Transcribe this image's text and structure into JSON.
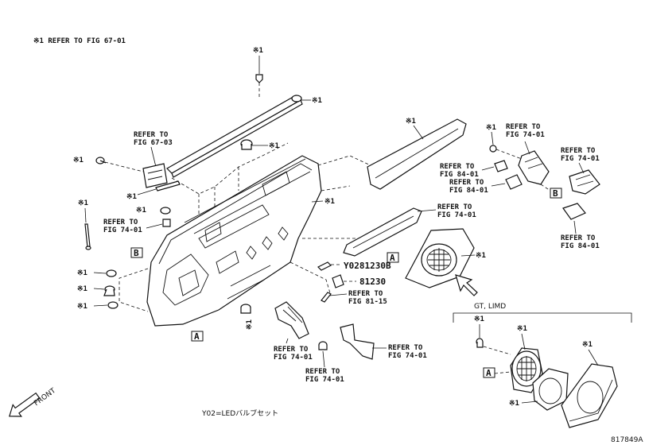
{
  "header_note": "※1 REFER TO FIG 67-01",
  "mark": "※1",
  "refer_to": "REFER TO",
  "figs": {
    "f67_03": "FIG 67-03",
    "f74_01": "FIG 74-01",
    "f84_01": "FIG 84-01",
    "f81_15": "FIG 81-15"
  },
  "part_numbers": {
    "y0281230b": "Y0281230B",
    "p81230": "81230"
  },
  "boxes": {
    "a": "A",
    "b": "B"
  },
  "gt_label": "GT, LIMD",
  "front_label": "FRONT",
  "footnote": "Y02=LEDバルブセット",
  "diagram_id": "817849A"
}
